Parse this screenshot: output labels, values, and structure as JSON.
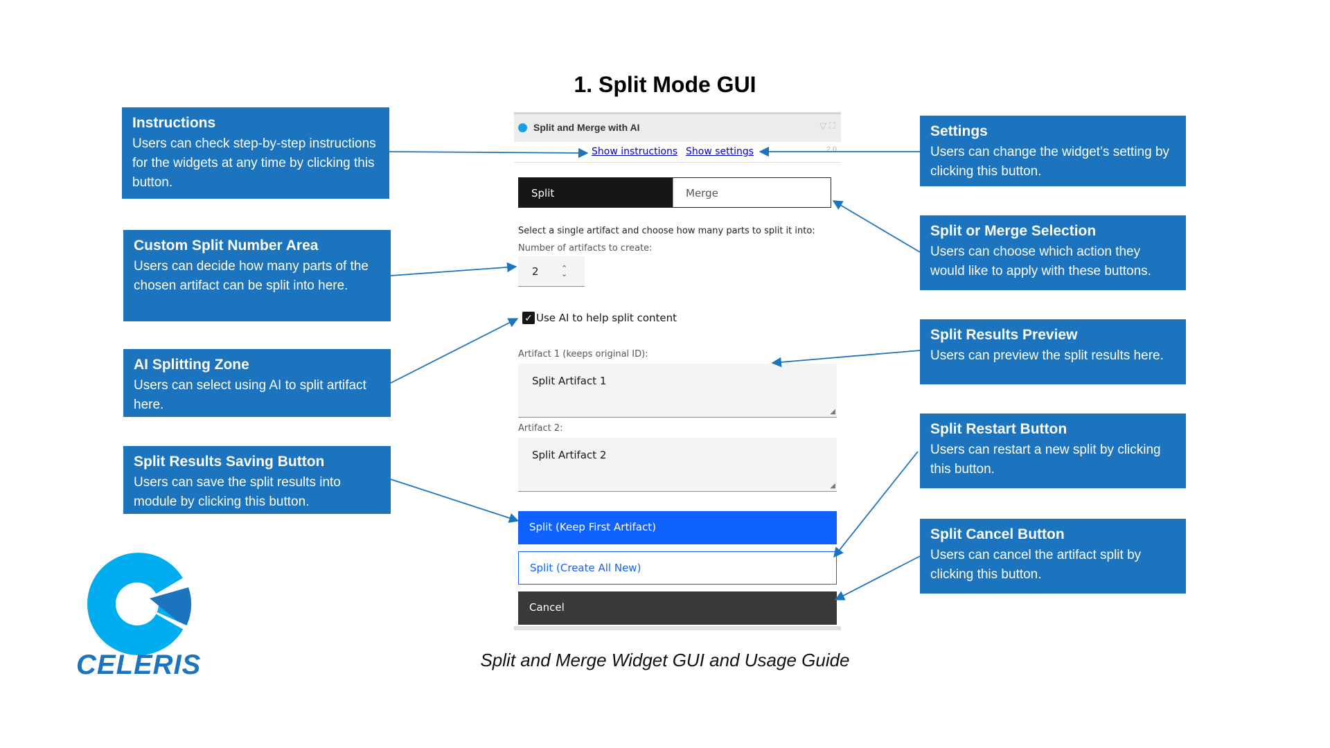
{
  "title": "1. Split Mode GUI",
  "caption": "Split and Merge Widget GUI and Usage Guide",
  "brand": {
    "name": "CELERIS",
    "color": "#1b74bd",
    "accent": "#00aeef"
  },
  "colors": {
    "callout": "#1b74bd",
    "primary_button": "#0f62fe",
    "arrow": "#1b74bd"
  },
  "callouts": {
    "instructions": {
      "heading": "Instructions",
      "body": "Users can check step-by-step instructions for the widgets at any time by clicking this button."
    },
    "custom_split": {
      "heading": "Custom Split Number Area",
      "body": "Users can decide how many parts of the chosen artifact can be split into here."
    },
    "ai_zone": {
      "heading": "AI Splitting Zone",
      "body": "Users can select using AI to split artifact here."
    },
    "saving": {
      "heading": "Split Results Saving Button",
      "body": "Users can save the split results into module by clicking this button."
    },
    "settings": {
      "heading": "Settings",
      "body": "Users can change the widget’s setting by clicking this button."
    },
    "selection": {
      "heading": "Split or Merge Selection",
      "body": "Users can choose which action they would like to apply with these buttons."
    },
    "preview": {
      "heading": "Split Results Preview",
      "body": "Users can preview the split results here."
    },
    "restart": {
      "heading": "Split Restart Button",
      "body": "Users can restart a new split by clicking this button."
    },
    "cancel": {
      "heading": "Split Cancel Button",
      "body": "Users can cancel the artifact split by clicking this button."
    }
  },
  "widget": {
    "title": "Split and Merge with AI",
    "version": "2.0",
    "links": {
      "instructions": "Show instructions",
      "settings": "Show settings"
    },
    "tabs": {
      "split": "Split",
      "merge": "Merge",
      "selected": "Split"
    },
    "instruction_text": "Select a single artifact and choose how many parts to split it into:",
    "number_label": "Number of artifacts to create:",
    "number_value": "2",
    "ai_checkbox": {
      "label": "Use AI to help split content",
      "checked": true
    },
    "artifact1": {
      "label": "Artifact 1 (keeps original ID):",
      "value": "Split Artifact 1"
    },
    "artifact2": {
      "label": "Artifact 2:",
      "value": "Split Artifact 2"
    },
    "buttons": {
      "keep_first": "Split (Keep First Artifact)",
      "create_all": "Split (Create All New)",
      "cancel": "Cancel"
    }
  }
}
